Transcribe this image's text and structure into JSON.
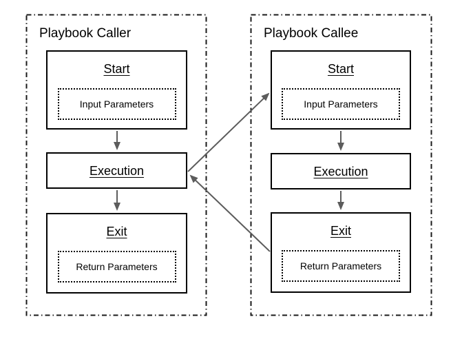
{
  "lanes": [
    {
      "id": "caller",
      "title": "Playbook Caller",
      "nodes": [
        {
          "title": "Start",
          "param": "Input Parameters"
        },
        {
          "title": "Execution"
        },
        {
          "title": "Exit",
          "param": "Return Parameters"
        }
      ]
    },
    {
      "id": "callee",
      "title": "Playbook Callee",
      "nodes": [
        {
          "title": "Start",
          "param": "Input Parameters"
        },
        {
          "title": "Execution"
        },
        {
          "title": "Exit",
          "param": "Return Parameters"
        }
      ]
    }
  ],
  "edges": [
    {
      "from": "caller.start",
      "to": "caller.execution"
    },
    {
      "from": "caller.execution",
      "to": "caller.exit"
    },
    {
      "from": "callee.start",
      "to": "callee.execution"
    },
    {
      "from": "callee.execution",
      "to": "callee.exit"
    },
    {
      "from": "caller.execution",
      "to": "callee.start"
    },
    {
      "from": "callee.exit",
      "to": "caller.execution"
    }
  ],
  "colors": {
    "background": "#ffffff",
    "text": "#000000",
    "node_border": "#000000",
    "lane_border": "#1a1a1a",
    "arrow": "#5c5c5c"
  }
}
